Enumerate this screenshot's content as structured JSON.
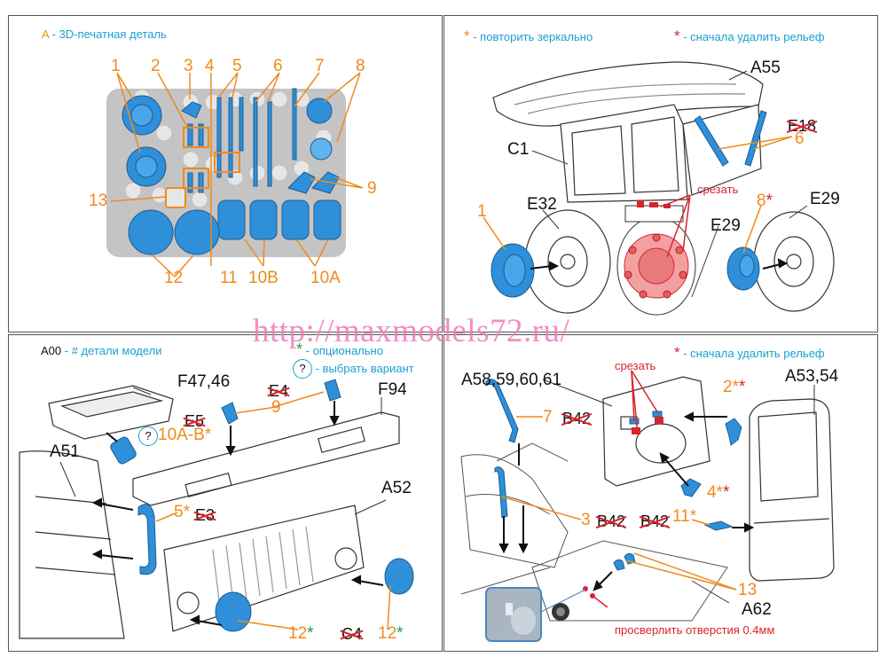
{
  "panel_a": {
    "legend_letter": "A",
    "legend_text": " - 3D-печатная деталь",
    "parts": [
      "1",
      "2",
      "3",
      "4",
      "5",
      "6",
      "7",
      "8",
      "9",
      "10B",
      "10A",
      "11",
      "12",
      "13"
    ]
  },
  "panel_b": {
    "legend_orange_star": "*",
    "legend_orange_text": " - повторить зеркально",
    "legend_red_star": "*",
    "legend_red_text": " - сначала удалить рельеф",
    "labels": {
      "a55": "A55",
      "e18": "E18",
      "six": "6",
      "c1": "C1",
      "srezat": "срезать",
      "eight": "8",
      "e29_right": "E29",
      "e32": "E32",
      "one": "1",
      "e29_mid": "E29"
    }
  },
  "panel_c": {
    "legend_a00": "A00",
    "legend_hash": " - # детали модели",
    "legend_green_star": "*",
    "legend_green_text": " - опционально",
    "legend_q": "?",
    "legend_q_text": " - выбрать вариант",
    "labels": {
      "f4746": "F47,46",
      "e4": "E4",
      "f94": "F94",
      "e5": "E5",
      "nine": "9",
      "ten_ab": "10A-B",
      "q": "?",
      "a51": "A51",
      "five": "5",
      "e3": "E3",
      "a52": "A52",
      "twelve_left": "12",
      "twelve_right": "12",
      "c4": "C4"
    }
  },
  "panel_d": {
    "legend_red_star": "*",
    "legend_red_text": " - сначала удалить рельеф",
    "labels": {
      "a58_61": "A58,59,60,61",
      "srezat": "срезать",
      "two": "2",
      "a5354": "A53,54",
      "seven": "7",
      "b42_top": "B42",
      "four": "4",
      "three": "3",
      "b42_mid": "B42",
      "b42_right": "B42",
      "eleven": "11",
      "thirteen": "13",
      "a62": "A62",
      "drill": "просверлить отверстия 0.4мм"
    }
  },
  "watermark": "http://maxmodels72.ru/",
  "colors": {
    "part_blue": "#2f8fd8",
    "orange": "#f08a1c",
    "red": "#d8242b",
    "cyan": "#1aa0d0",
    "green": "#17a34a"
  }
}
